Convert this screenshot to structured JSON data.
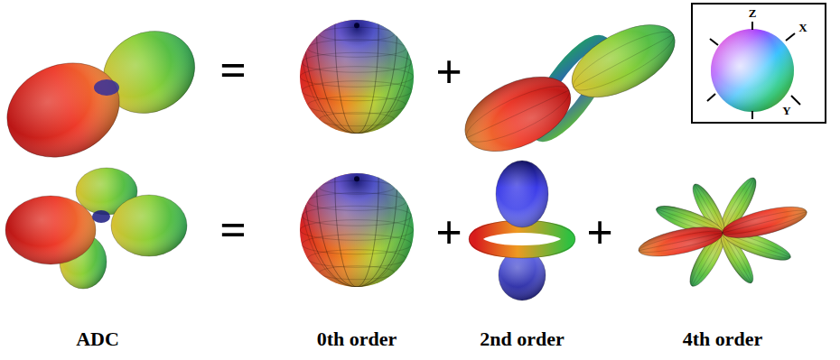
{
  "diagram": {
    "labels": [
      "=",
      "+",
      "Z",
      "X",
      "Y",
      "=",
      "+",
      "+",
      "ADC",
      "0th order",
      "2nd order",
      "4th order"
    ]
  }
}
